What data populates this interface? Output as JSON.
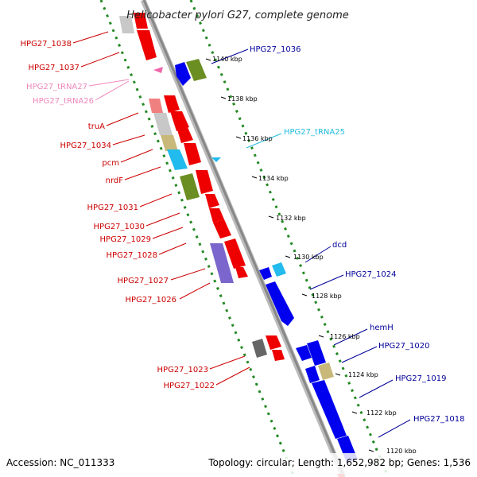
{
  "title": "Helicobacter pylori G27, complete genome",
  "footer": {
    "accession": "Accession: NC_011333",
    "topology": "Topology: circular; Length: 1,652,982 bp; Genes: 1,536"
  },
  "colors": {
    "reverse_label": "#cc0000",
    "forward_label": "#000099",
    "trna_reverse_label": "#ee88bb",
    "trna_forward_label": "#22bbdd",
    "backbone": "#888888",
    "dotted_track": "#228822"
  },
  "ticks": [
    "1140 kbp",
    "1138 kbp",
    "1136 kbp",
    "1134 kbp",
    "1132 kbp",
    "1130 kbp",
    "1128 kbp",
    "1126 kbp",
    "1124 kbp",
    "1122 kbp",
    "1120 kbp"
  ],
  "reverse_labels": [
    "HPG27_1038",
    "HPG27_1037",
    "HPG27_tRNA27",
    "HPG27_tRNA26",
    "truA",
    "HPG27_1034",
    "pcm",
    "nrdF",
    "HPG27_1031",
    "HPG27_1030",
    "HPG27_1029",
    "HPG27_1028",
    "HPG27_1027",
    "HPG27_1026",
    "HPG27_1023",
    "HPG27_1022"
  ],
  "forward_labels": [
    "HPG27_1036",
    "HPG27_tRNA25",
    "dcd",
    "HPG27_1024",
    "hemH",
    "HPG27_1020",
    "HPG27_1019",
    "HPG27_1018"
  ]
}
